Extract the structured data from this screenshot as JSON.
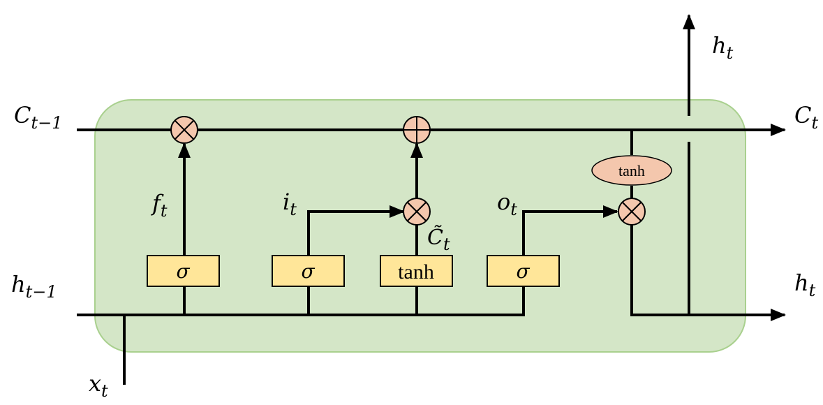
{
  "inputs": {
    "c_prev": {
      "main": "C",
      "sub": "t−1"
    },
    "h_prev": {
      "main": "h",
      "sub": "t−1"
    },
    "x_t": {
      "main": "x",
      "sub": "t"
    }
  },
  "outputs": {
    "c_t": {
      "main": "C",
      "sub": "t"
    },
    "h_t_right": {
      "main": "h",
      "sub": "t"
    },
    "h_t_top": {
      "main": "h",
      "sub": "t"
    }
  },
  "gates": [
    {
      "id": "forget",
      "label": "σ"
    },
    {
      "id": "input",
      "label": "σ"
    },
    {
      "id": "candidate",
      "label": "tanh"
    },
    {
      "id": "output",
      "label": "σ"
    }
  ],
  "signals": {
    "f_t": {
      "main": "f",
      "sub": "t"
    },
    "i_t": {
      "main": "i",
      "sub": "t"
    },
    "c_tilde": {
      "main": "C̃",
      "sub": "t"
    },
    "o_t": {
      "main": "o",
      "sub": "t"
    }
  },
  "cell_tanh": {
    "label": "tanh"
  },
  "colors": {
    "cell_fill": "#d4e6c7",
    "cell_border": "#a9d08e",
    "gate_fill": "#ffe699",
    "operator_fill": "#f4c7ad"
  }
}
